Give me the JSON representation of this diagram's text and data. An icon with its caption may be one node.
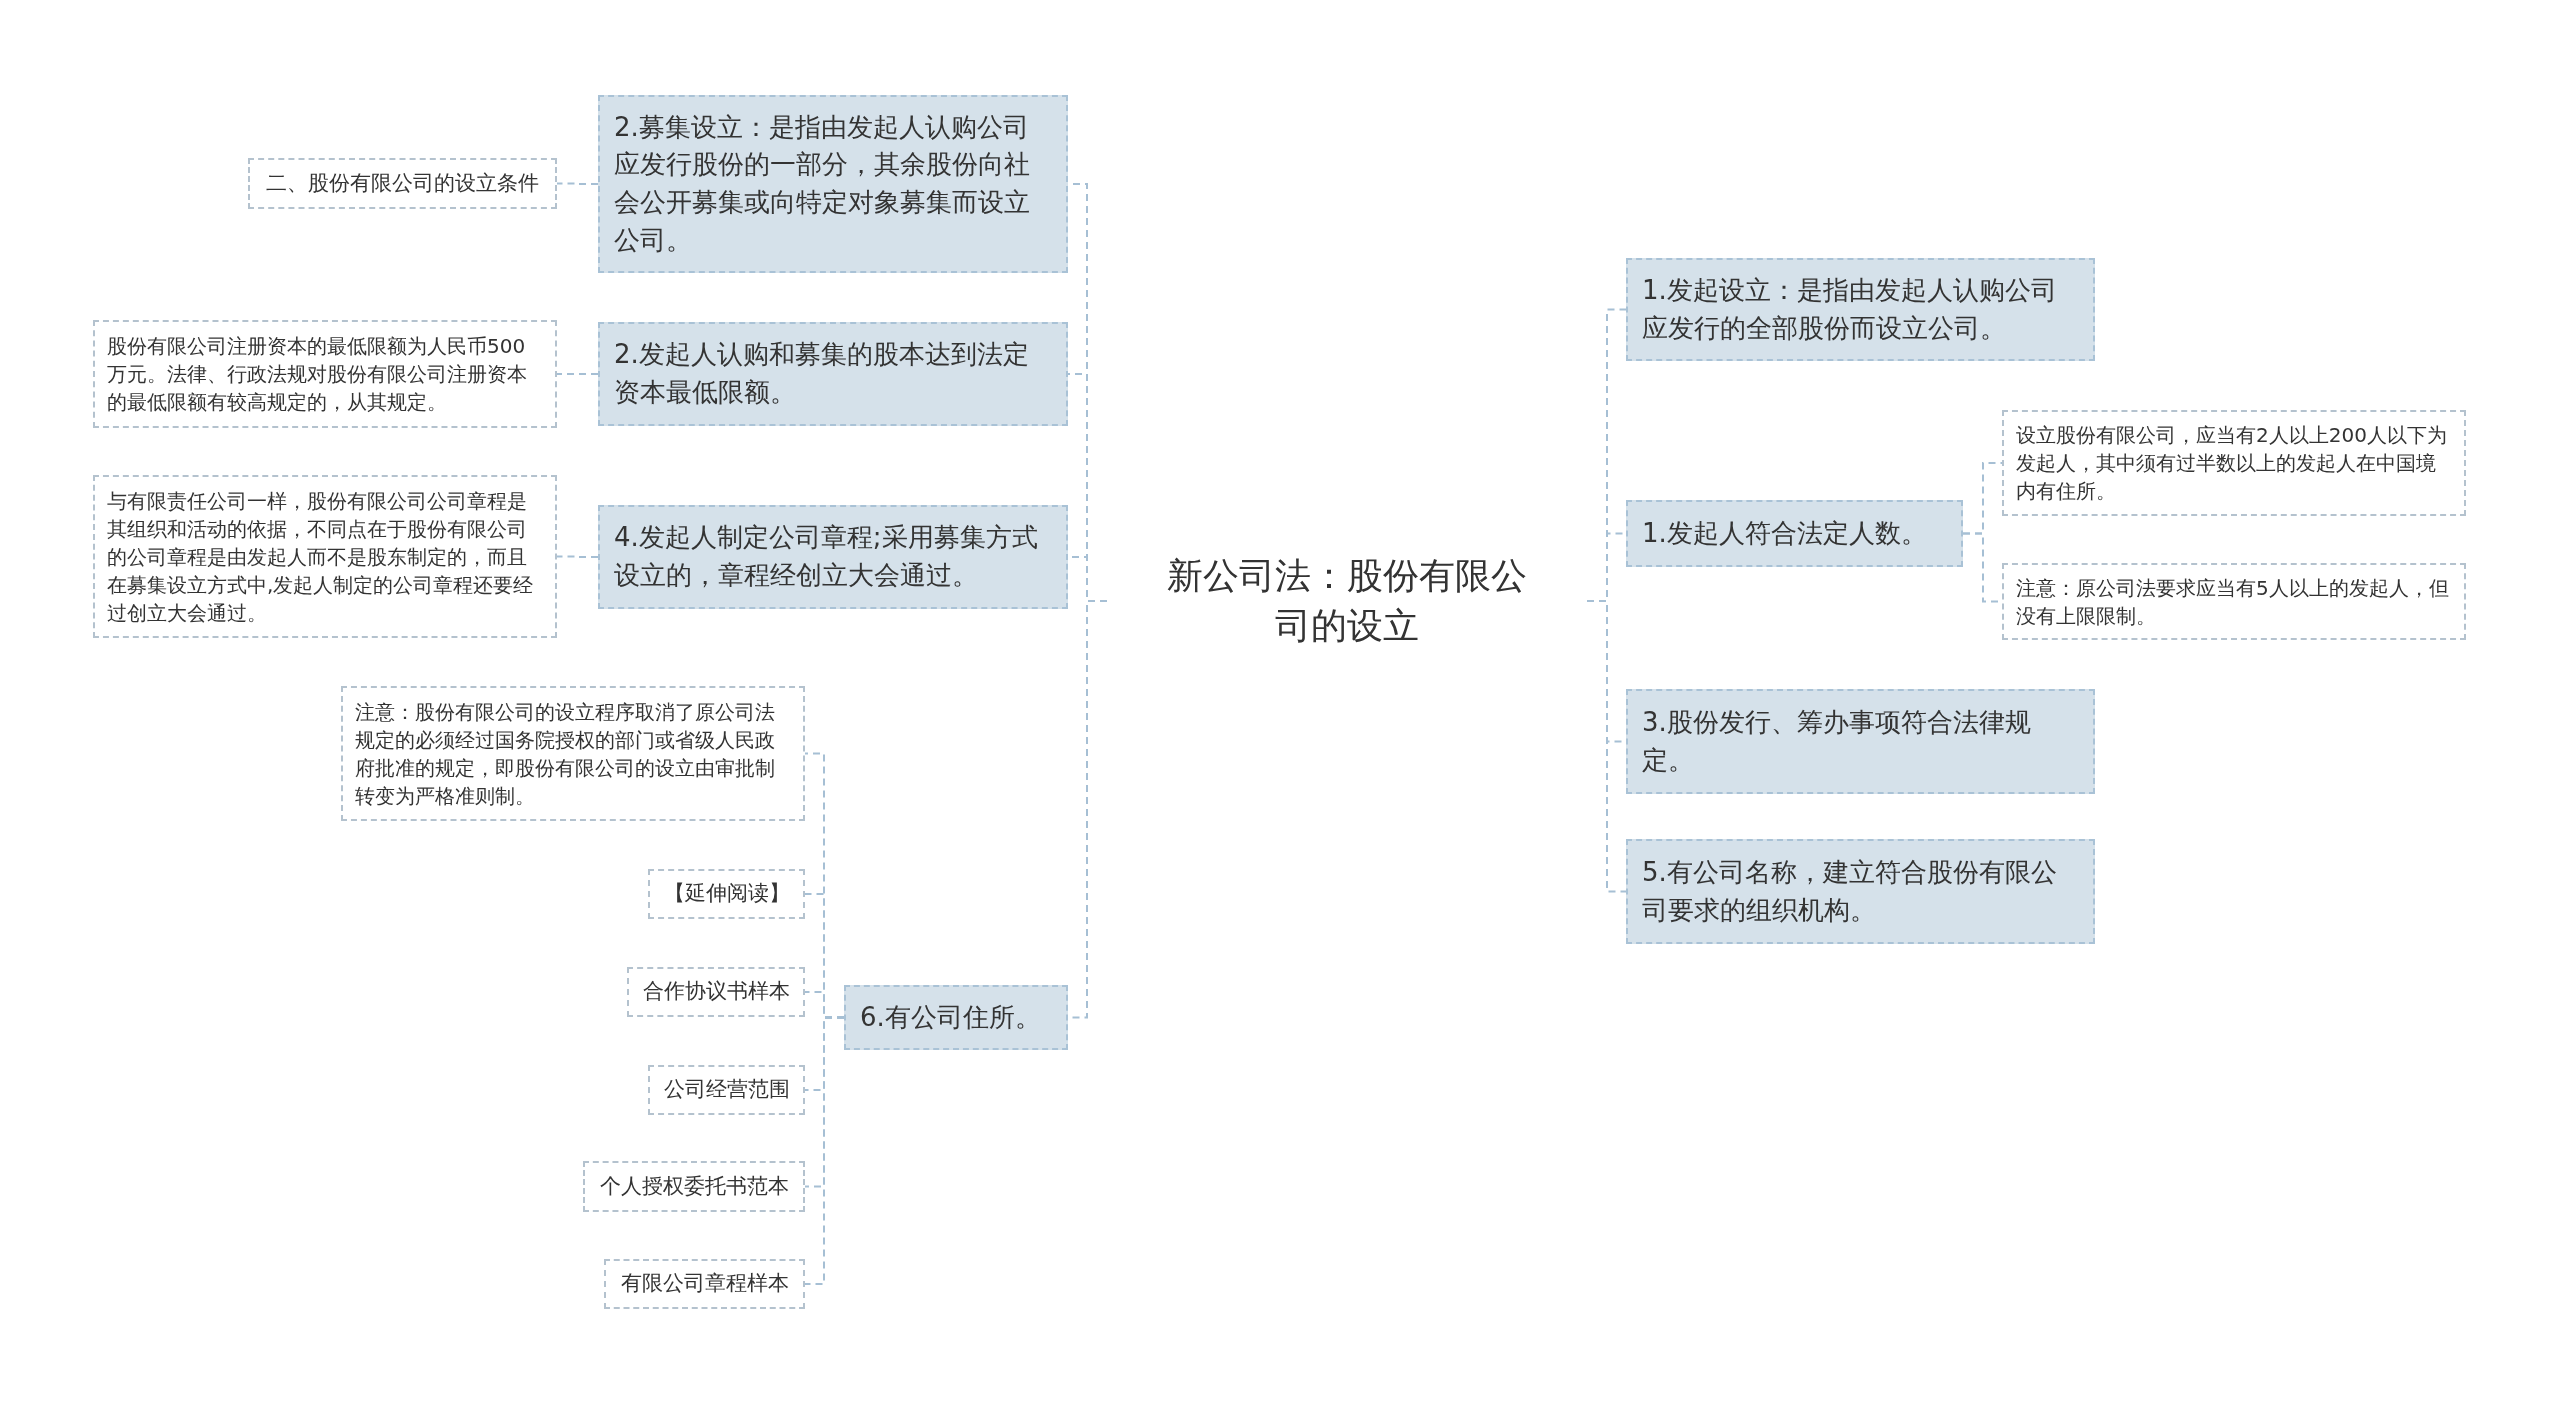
{
  "diagram": {
    "nodes": [
      {
        "text": [
          "新公司法：股份有限公司的设立"
        ]
      },
      {
        "text": [
          "2.募集设立：是指由发起人认购公司应发行股份的一部分，其余股份向社会公开募集或向特定对象募集而设立公司。"
        ]
      },
      {
        "text": [
          "二、股份有限公司的设立条件"
        ]
      },
      {
        "text": [
          "2.发起人认购和募集的股本达到法定资本最低限额。"
        ]
      },
      {
        "text": [
          "股份有限公司注册资本的最低限额为人民币500万元。法律、行政法规对股份有限公司注册资本的最低限额有较高规定的，从其规定。"
        ]
      },
      {
        "text": [
          "4.发起人制定公司章程;采用募集方式设立的，章程经创立大会通过。"
        ]
      },
      {
        "text": [
          "与有限责任公司一样，股份有限公司公司章程是其组织和活动的依据，不同点在于股份有限公司的公司章程是由发起人而不是股东制定的，而且在募集设立方式中,发起人制定的公司章程还要经过创立大会通过。"
        ]
      },
      {
        "text": [
          "6.有公司住所。"
        ]
      },
      {
        "text": [
          "注意：股份有限公司的设立程序取消了原公司法规定的必须经过国务院授权的部门或省级人民政府批准的规定，即股份有限公司的设立由审批制转变为严格准则制。"
        ]
      },
      {
        "text": [
          "【延伸阅读】"
        ]
      },
      {
        "text": [
          "合作协议书样本"
        ]
      },
      {
        "text": [
          "公司经营范围"
        ]
      },
      {
        "text": [
          "个人授权委托书范本"
        ]
      },
      {
        "text": [
          "有限公司章程样本"
        ]
      },
      {
        "text": [
          "1.发起设立：是指由发起人认购公司应发行的全部股份而设立公司。"
        ]
      },
      {
        "text": [
          "1.发起人符合法定人数。"
        ]
      },
      {
        "text": [
          "设立股份有限公司，应当有2人以上200人以下为发起人，其中须有过半数以上的发起人在中国境内有住所。"
        ]
      },
      {
        "text": [
          "注意：原公司法要求应当有5人以上的发起人，但没有上限限制。"
        ]
      },
      {
        "text": [
          "3.股份发行、筹办事项符合法律规定。"
        ]
      },
      {
        "text": [
          "5.有公司名称，建立符合股份有限公司要求的组织机构。"
        ]
      }
    ],
    "edges": [
      {
        "from": 0,
        "to": 1,
        "arrow": "none"
      },
      {
        "from": 1,
        "to": 2,
        "arrow": "none"
      },
      {
        "from": 0,
        "to": 3,
        "arrow": "none"
      },
      {
        "from": 3,
        "to": 4,
        "arrow": "none"
      },
      {
        "from": 0,
        "to": 5,
        "arrow": "none"
      },
      {
        "from": 5,
        "to": 6,
        "arrow": "none"
      },
      {
        "from": 0,
        "to": 7,
        "arrow": "none"
      },
      {
        "from": 7,
        "to": 8,
        "arrow": "none"
      },
      {
        "from": 7,
        "to": 9,
        "arrow": "none"
      },
      {
        "from": 7,
        "to": 10,
        "arrow": "none"
      },
      {
        "from": 7,
        "to": 11,
        "arrow": "none"
      },
      {
        "from": 7,
        "to": 12,
        "arrow": "none"
      },
      {
        "from": 7,
        "to": 13,
        "arrow": "none"
      },
      {
        "from": 0,
        "to": 14,
        "arrow": "none"
      },
      {
        "from": 0,
        "to": 15,
        "arrow": "none"
      },
      {
        "from": 15,
        "to": 16,
        "arrow": "none"
      },
      {
        "from": 15,
        "to": 17,
        "arrow": "none"
      },
      {
        "from": 0,
        "to": 18,
        "arrow": "none"
      },
      {
        "from": 0,
        "to": 19,
        "arrow": "none"
      }
    ]
  }
}
